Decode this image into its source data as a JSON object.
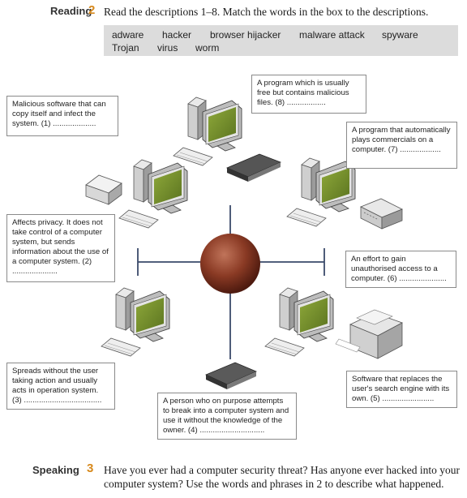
{
  "reading": {
    "label": "Reading",
    "number": "2",
    "instruction": "Read the descriptions 1–8. Match the words in the box to the descriptions."
  },
  "word_box": {
    "row1": [
      "adware",
      "hacker",
      "browser hijacker",
      "malware attack",
      "spyware"
    ],
    "row2": [
      "Trojan",
      "virus",
      "worm"
    ]
  },
  "descriptions": {
    "d1": {
      "text": "Malicious software that can copy itself and infect the system. (1)",
      "blank": "...................."
    },
    "d8": {
      "text": "A program which is usually free but contains malicious files. (8)",
      "blank": ".................."
    },
    "d7": {
      "text": "A program that automatically plays commercials on a computer. (7)",
      "blank": "..................."
    },
    "d2": {
      "text": "Affects privacy. It does not take control of a computer system, but sends information about the use of a computer system. (2)",
      "blank": "....................."
    },
    "d6": {
      "text": "An effort to gain unauthorised access to a computer. (6)",
      "blank": "......................"
    },
    "d3": {
      "text": "Spreads without the user taking action and usually acts in operation system. (3)",
      "blank": "...................................."
    },
    "d4": {
      "text": "A person who on purpose attempts to break into a computer system and use it without the knowledge of the owner. (4)",
      "blank": ".............................."
    },
    "d5": {
      "text": "Software that replaces the user's search engine with its own. (5)",
      "blank": "........................"
    }
  },
  "speaking": {
    "label": "Speaking",
    "number": "3",
    "line1": "Have you ever had a computer security threat? Has anyone ever hacked into your",
    "line2": "computer system? Use the words and phrases in 2 to describe what happened."
  },
  "colors": {
    "accent_number": "#d7891c",
    "word_box_bg": "#dcdcdc",
    "hub": "#7a2e1c",
    "network_line": "#3a4a6a",
    "screen": "#6e8a2a"
  },
  "icons": [
    "computer-icon",
    "router-icon",
    "printer-icon",
    "scanner-icon",
    "hub-sphere-icon"
  ]
}
